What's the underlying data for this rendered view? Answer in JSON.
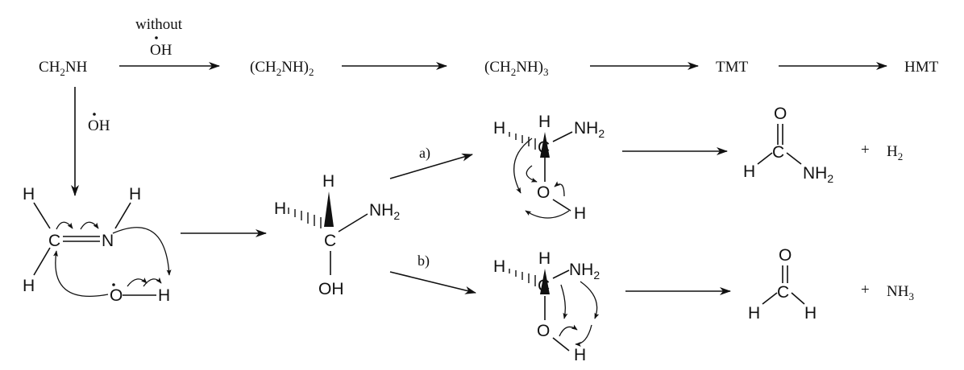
{
  "top_row": {
    "start": "CH2NH",
    "condition_top": "without",
    "condition_radical": "OH",
    "dimer": "(CH2NH)2",
    "trimer": "(CH2NH)3",
    "tmt": "TMT",
    "hmt": "HMT"
  },
  "down_condition": "OH",
  "pathway_labels": {
    "a": "a)",
    "b": "b)"
  },
  "atoms": {
    "H": "H",
    "C": "C",
    "N": "N",
    "O": "O",
    "OH": "OH",
    "NH2": "NH2"
  },
  "products": {
    "plus": "+",
    "H2": "H2",
    "NH3": "NH3"
  }
}
